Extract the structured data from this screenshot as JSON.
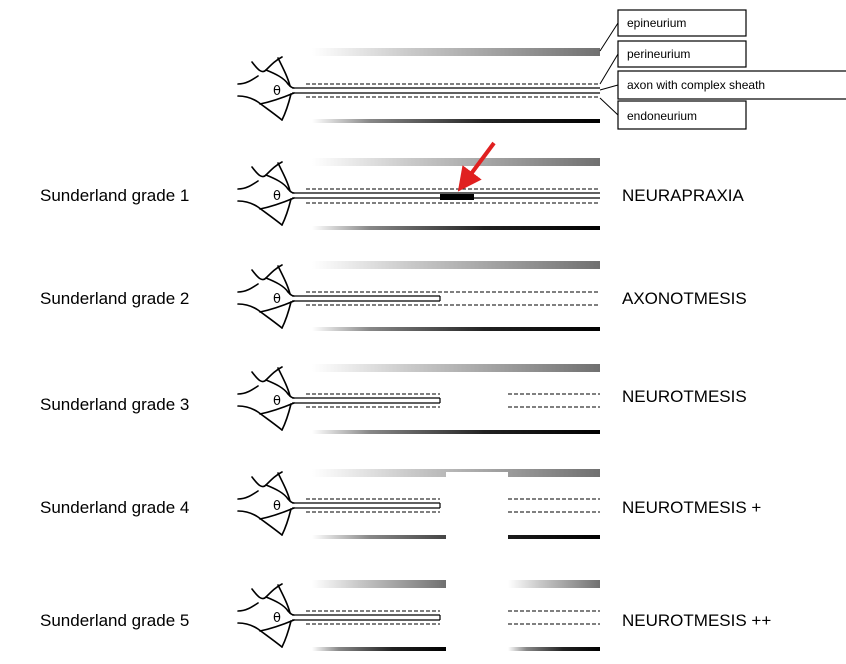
{
  "legend": {
    "epineurium": "epineurium",
    "perineurium": "perineurium",
    "axon": "axon with complex sheath",
    "endoneurium": "endoneurium"
  },
  "neuron_soma_symbol": "θ",
  "grades": [
    {
      "label": "Sunderland grade 1",
      "classification": "NEURAPRAXIA"
    },
    {
      "label": "Sunderland grade 2",
      "classification": "AXONOTMESIS"
    },
    {
      "label": "Sunderland grade 3",
      "classification": "NEUROTMESIS"
    },
    {
      "label": "Sunderland grade 4",
      "classification": "NEUROTMESIS +"
    },
    {
      "label": "Sunderland grade 5",
      "classification": "NEUROTMESIS ++"
    }
  ],
  "colors": {
    "arrow": "#e02020",
    "ink": "#000000"
  }
}
